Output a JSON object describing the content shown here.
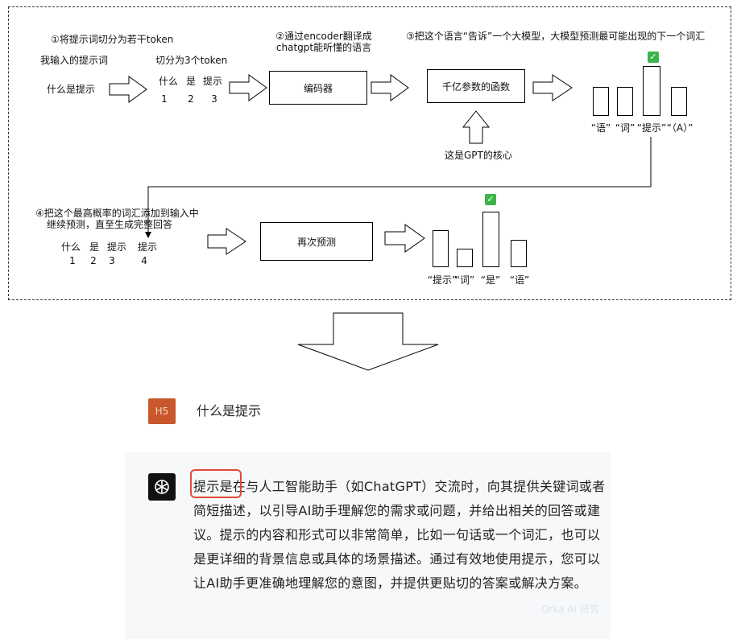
{
  "diagram": {
    "step1_title": "①将提示词切分为若干token",
    "my_input_label": "我输入的提示词",
    "split_label": "切分为3个token",
    "prompt_text": "什么是提示",
    "tokens1": [
      "什么",
      "是",
      "提示"
    ],
    "nums1": [
      "1",
      "2",
      "3"
    ],
    "step2_title_line1": "②通过encoder翻译成",
    "step2_title_line2": "chatgpt能听懂的语言",
    "encoder_label": "编码器",
    "step3_title": "③把这个语言“告诉”一个大模型，大模型预测最可能出现的下一个词汇",
    "function_label": "千亿参数的函数",
    "core_label": "这是GPT的核心",
    "pred1_labels": [
      "“语”",
      "“词”",
      "“提示”",
      "“（A）”"
    ],
    "step4_title_line1": "④把这个最高概率的词汇添加到输入中",
    "step4_title_line2": "继续预测，直至生成完整回答",
    "tokens2": [
      "什么",
      "是",
      "提示",
      "提示"
    ],
    "nums2": [
      "1",
      "2",
      "3",
      "4"
    ],
    "repredict_label": "再次预测",
    "pred2_labels": [
      "“提示”",
      "“词”",
      "“是”",
      "“语”"
    ],
    "check_mark": "✓"
  },
  "chat": {
    "user_badge": "H5",
    "question": "什么是提示",
    "answer": "提示是在与人工智能助手（如ChatGPT）交流时，向其提供关键词或者简短描述，以引导AI助手理解您的需求或问题，并给出相关的回答或建议。提示的内容和形式可以非常简单，比如一句话或一个词汇，也可以是更详细的背景信息或具体的场景描述。通过有效地使用提示，您可以让AI助手更准确地理解您的意图，并提供更贴切的答案或解决方案。",
    "watermark": "Orka AI 研究"
  },
  "colors": {
    "h5_badge": "#c8582b",
    "highlight": "#e04a3a",
    "check": "#3cb44a"
  }
}
